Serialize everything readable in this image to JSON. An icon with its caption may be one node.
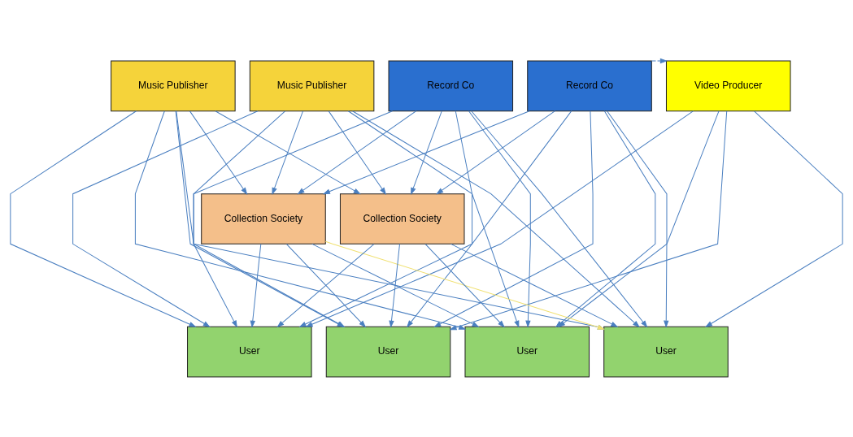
{
  "diagram": {
    "nodes": [
      {
        "text": [
          "Music Publisher"
        ]
      },
      {
        "text": [
          "Music Publisher"
        ]
      },
      {
        "text": [
          "Record Co"
        ]
      },
      {
        "text": [
          "Record Co"
        ]
      },
      {
        "text": [
          "Video Producer"
        ]
      },
      {
        "text": [
          "Collection Society"
        ]
      },
      {
        "text": [
          "Collection Society"
        ]
      },
      {
        "text": [
          "User"
        ]
      },
      {
        "text": [
          "User"
        ]
      },
      {
        "text": [
          "User"
        ]
      },
      {
        "text": [
          "User"
        ]
      }
    ],
    "edges": [
      {
        "from": 3,
        "to": 4,
        "arrow": "to",
        "style": "dashed"
      },
      {
        "from": 0,
        "to": 5,
        "arrow": "to"
      },
      {
        "from": 0,
        "to": 6,
        "arrow": "to"
      },
      {
        "from": 0,
        "to": 7,
        "arrow": "to"
      },
      {
        "from": 0,
        "to": 8,
        "arrow": "to"
      },
      {
        "from": 0,
        "to": 9,
        "arrow": "to"
      },
      {
        "from": 0,
        "to": 10,
        "arrow": "to"
      },
      {
        "from": 1,
        "to": 5,
        "arrow": "to"
      },
      {
        "from": 1,
        "to": 6,
        "arrow": "to"
      },
      {
        "from": 1,
        "to": 7,
        "arrow": "to"
      },
      {
        "from": 1,
        "to": 8,
        "arrow": "to"
      },
      {
        "from": 1,
        "to": 9,
        "arrow": "to"
      },
      {
        "from": 1,
        "to": 10,
        "arrow": "to"
      },
      {
        "from": 2,
        "to": 5,
        "arrow": "to"
      },
      {
        "from": 2,
        "to": 6,
        "arrow": "to"
      },
      {
        "from": 2,
        "to": 7,
        "arrow": "to"
      },
      {
        "from": 2,
        "to": 8,
        "arrow": "to"
      },
      {
        "from": 2,
        "to": 9,
        "arrow": "to"
      },
      {
        "from": 2,
        "to": 10,
        "arrow": "to"
      },
      {
        "from": 3,
        "to": 5,
        "arrow": "to"
      },
      {
        "from": 3,
        "to": 6,
        "arrow": "to"
      },
      {
        "from": 3,
        "to": 7,
        "arrow": "to"
      },
      {
        "from": 3,
        "to": 8,
        "arrow": "to"
      },
      {
        "from": 3,
        "to": 9,
        "arrow": "to"
      },
      {
        "from": 3,
        "to": 10,
        "arrow": "to"
      },
      {
        "from": 4,
        "to": 7,
        "arrow": "to"
      },
      {
        "from": 4,
        "to": 8,
        "arrow": "to"
      },
      {
        "from": 4,
        "to": 9,
        "arrow": "to"
      },
      {
        "from": 4,
        "to": 10,
        "arrow": "to"
      },
      {
        "from": 5,
        "to": 7,
        "arrow": "to"
      },
      {
        "from": 5,
        "to": 8,
        "arrow": "to"
      },
      {
        "from": 5,
        "to": 9,
        "arrow": "to"
      },
      {
        "from": 5,
        "to": 10,
        "arrow": "to",
        "color": "#f0e070"
      },
      {
        "from": 6,
        "to": 7,
        "arrow": "to"
      },
      {
        "from": 6,
        "to": 8,
        "arrow": "to"
      },
      {
        "from": 6,
        "to": 9,
        "arrow": "to"
      },
      {
        "from": 6,
        "to": 10,
        "arrow": "to"
      }
    ]
  }
}
